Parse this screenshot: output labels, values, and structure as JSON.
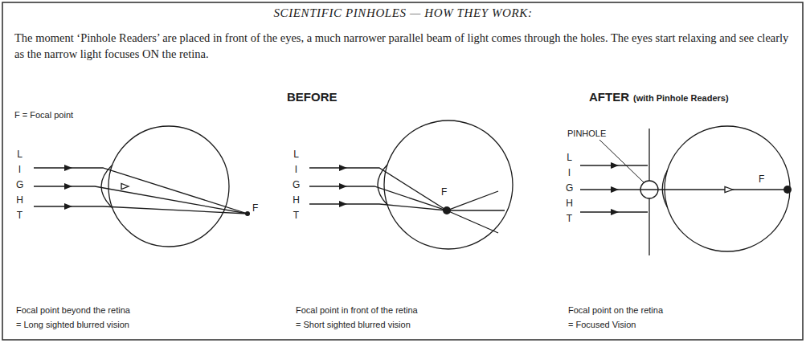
{
  "diagram": {
    "title": "SCIENTIFIC PINHOLES — HOW THEY WORK:",
    "labels": [
      "The moment ‘Pinhole Readers’ are placed in front of the eyes, a much narrower parallel beam of light comes through the holes. The eyes start relaxing and see clearly as the narrow light focuses ON the retina.",
      "F = Focal point",
      "BEFORE",
      "AFTER",
      "(with Pinhole Readers)",
      "LIGHT",
      "F",
      "Focal point beyond the retina",
      "= Long sighted blurred vision",
      "LIGHT",
      "F",
      "Focal point in front of the retina",
      "= Short sighted blurred vision",
      "PINHOLE",
      "LIGHT",
      "F",
      "Focal point on the retina",
      "= Focused Vision"
    ]
  }
}
